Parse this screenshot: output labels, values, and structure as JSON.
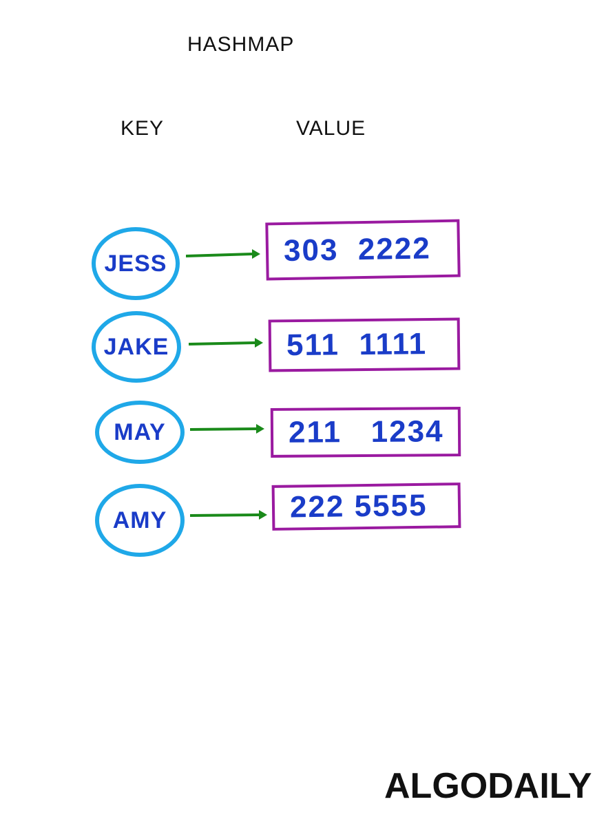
{
  "title": "HASHMAP",
  "headers": {
    "key": "KEY",
    "value": "VALUE"
  },
  "entries": [
    {
      "key": "JESS",
      "value": "303  2222"
    },
    {
      "key": "JAKE",
      "value": "511  1111"
    },
    {
      "key": "MAY",
      "value": "211   1234"
    },
    {
      "key": "AMY",
      "value": "222 5555"
    }
  ],
  "brand": "ALGODAILY",
  "colors": {
    "key_border": "#1fa8e8",
    "key_text": "#1a3cc8",
    "arrow": "#1a8a1a",
    "value_border": "#9a1aa0",
    "value_text": "#1a3cc8"
  }
}
